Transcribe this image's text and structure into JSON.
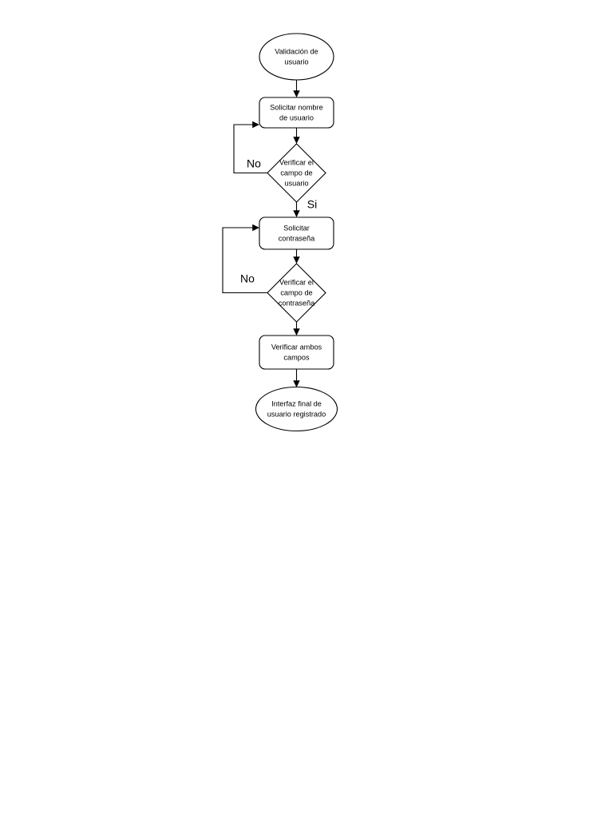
{
  "document": {
    "background_color": "#ffffff",
    "stroke_color": "#000000",
    "fill_color": "#ffffff",
    "title": "Validación de usuario"
  },
  "diagram": {
    "type": "flowchart",
    "orientation": "top-to-bottom",
    "nodes": [
      {
        "id": "start",
        "shape": "ellipse",
        "role": "terminator-start",
        "line1": "Validación de",
        "line2": "usuario"
      },
      {
        "id": "ask-username",
        "shape": "rounded-rectangle",
        "role": "process",
        "line1": "Solicitar nombre",
        "line2": "de usuario"
      },
      {
        "id": "check-username",
        "shape": "diamond",
        "role": "decision",
        "line1": "Verificar el",
        "line2": "campo de",
        "line3": "usuario"
      },
      {
        "id": "ask-password",
        "shape": "rounded-rectangle",
        "role": "process",
        "line1": "Solicitar",
        "line2": "contraseña"
      },
      {
        "id": "check-password",
        "shape": "diamond",
        "role": "decision",
        "line1": "Verificar el",
        "line2": "campo de",
        "line3": "contraseña"
      },
      {
        "id": "check-both",
        "shape": "rounded-rectangle",
        "role": "process",
        "line1": "Verificar ambos",
        "line2": "campos"
      },
      {
        "id": "end",
        "shape": "ellipse",
        "role": "terminator-end",
        "line1": "Interfaz final de",
        "line2": "usuario registrado"
      }
    ],
    "edges": [
      {
        "id": "e1",
        "from": "start",
        "to": "ask-username",
        "label": ""
      },
      {
        "id": "e2",
        "from": "ask-username",
        "to": "check-username",
        "label": ""
      },
      {
        "id": "e3",
        "from": "check-username",
        "to": "ask-username",
        "label": "No"
      },
      {
        "id": "e4",
        "from": "check-username",
        "to": "ask-password",
        "label": "Si"
      },
      {
        "id": "e5",
        "from": "ask-password",
        "to": "check-password",
        "label": ""
      },
      {
        "id": "e6",
        "from": "check-password",
        "to": "ask-password",
        "label": "No"
      },
      {
        "id": "e7",
        "from": "check-password",
        "to": "check-both",
        "label": ""
      },
      {
        "id": "e8",
        "from": "check-both",
        "to": "end",
        "label": ""
      }
    ]
  }
}
